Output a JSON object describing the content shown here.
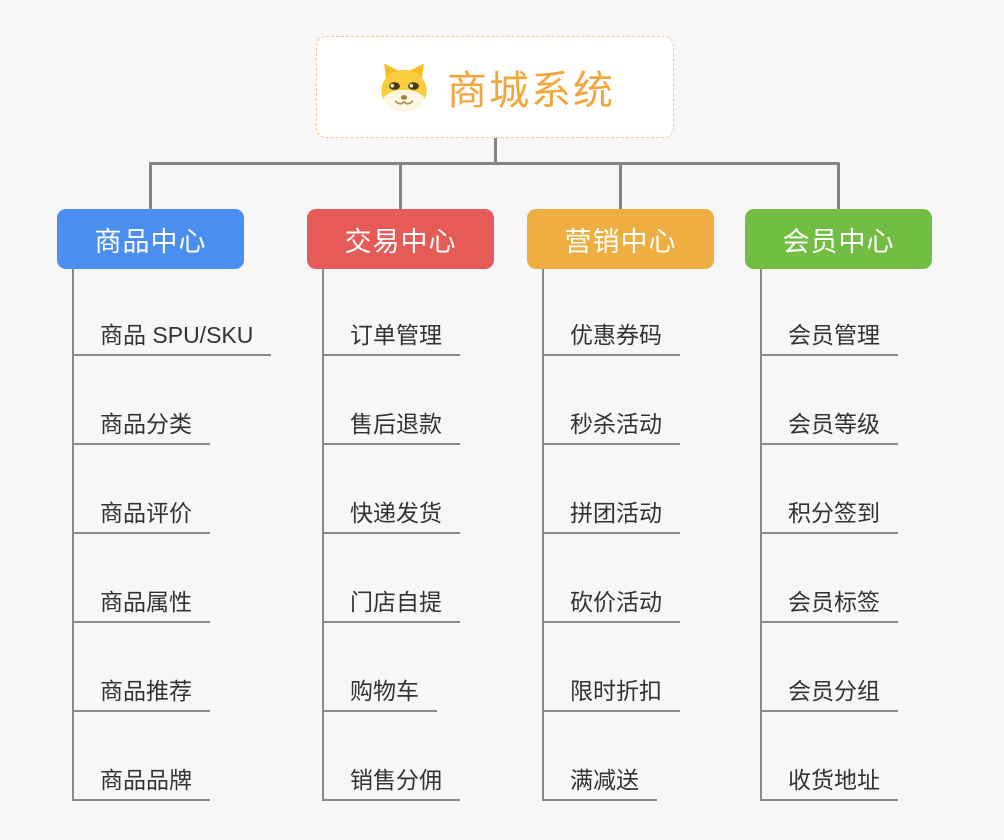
{
  "root": {
    "title": "商城系统",
    "icon": "doge-face-icon"
  },
  "branches": [
    {
      "label": "商品中心",
      "color": "#4A8FF0",
      "items": [
        "商品 SPU/SKU",
        "商品分类",
        "商品评价",
        "商品属性",
        "商品推荐",
        "商品品牌"
      ]
    },
    {
      "label": "交易中心",
      "color": "#E65B58",
      "items": [
        "订单管理",
        "售后退款",
        "快递发货",
        "门店自提",
        "购物车",
        "销售分佣"
      ]
    },
    {
      "label": "营销中心",
      "color": "#EEAE42",
      "items": [
        "优惠券码",
        "秒杀活动",
        "拼团活动",
        "砍价活动",
        "限时折扣",
        "满减送"
      ]
    },
    {
      "label": "会员中心",
      "color": "#71BE43",
      "items": [
        "会员管理",
        "会员等级",
        "积分签到",
        "会员标签",
        "会员分组",
        "收货地址"
      ]
    }
  ],
  "colors": {
    "background": "#F7F7F7",
    "connector": "#848484",
    "underline": "#8A8A8A",
    "item_text": "#333333",
    "root_text": "#F2A73D",
    "root_border": "#F2C98F"
  }
}
